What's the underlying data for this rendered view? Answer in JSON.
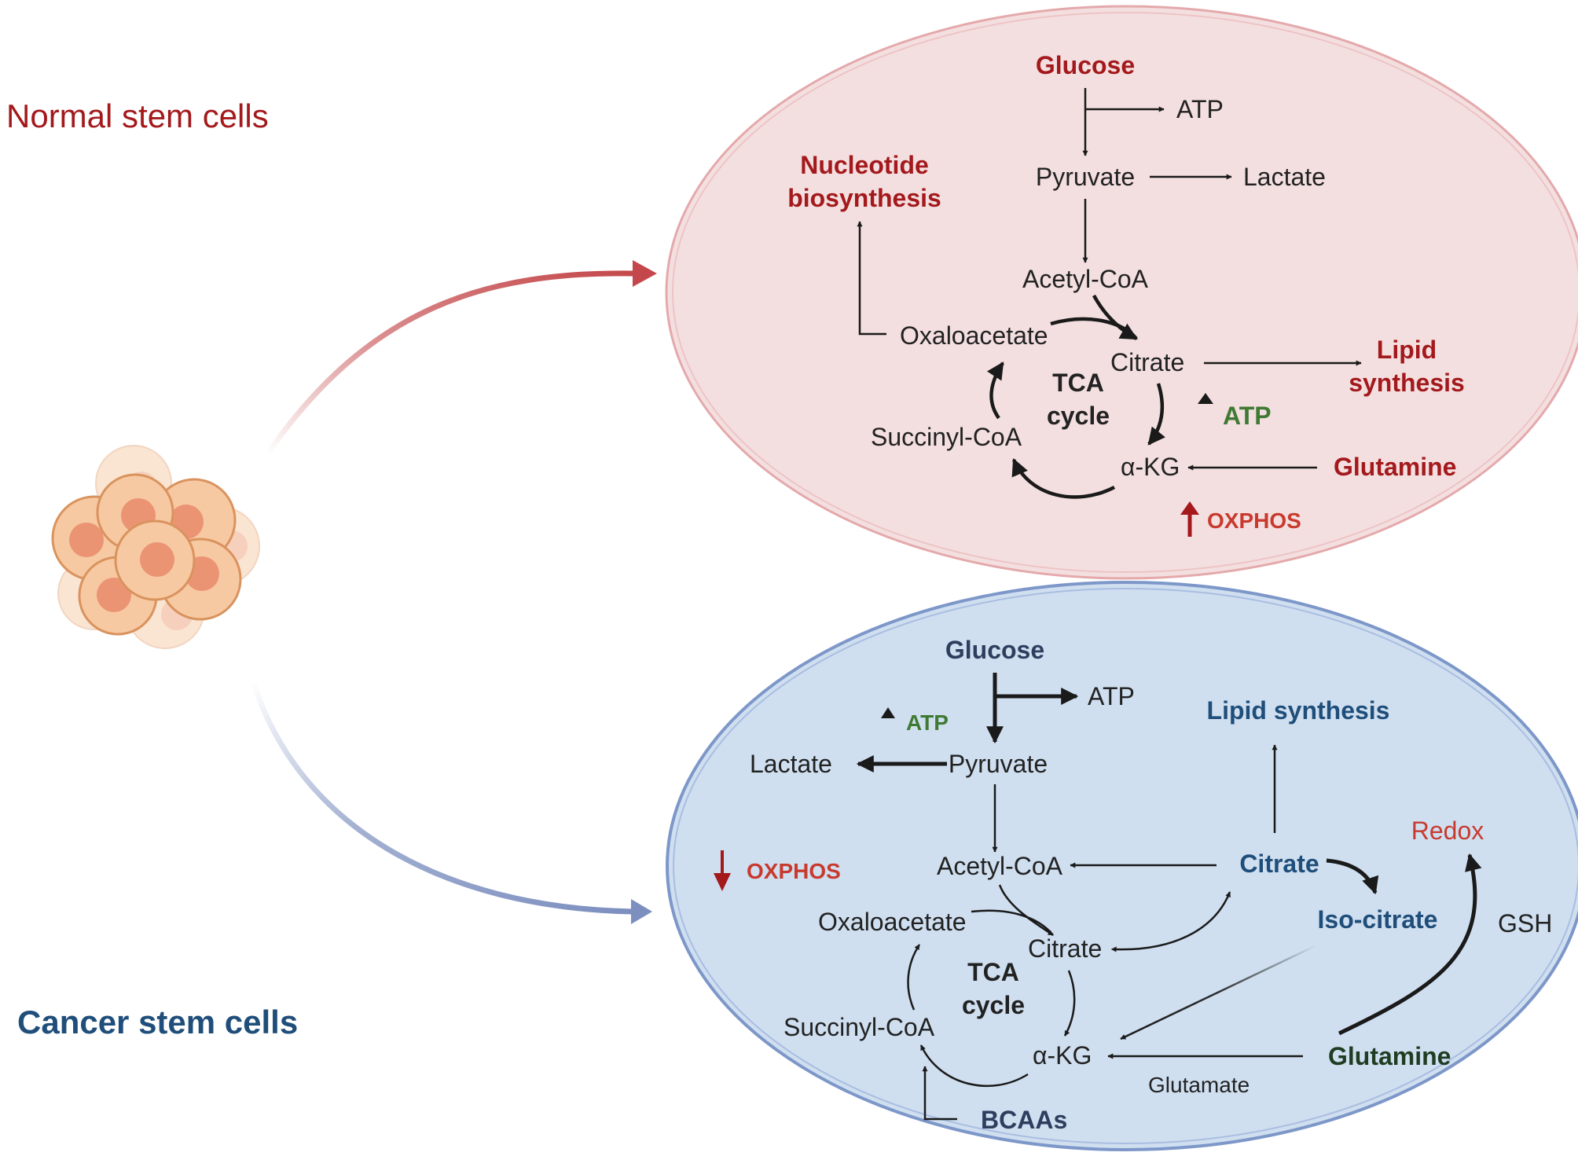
{
  "labels": {
    "normal_title": "Normal stem cells",
    "cancer_title": "Cancer stem cells"
  },
  "normal": {
    "glucose": "Glucose",
    "atp": "ATP",
    "pyruvate": "Pyruvate",
    "lactate": "Lactate",
    "acetyl_coa": "Acetyl-CoA",
    "nucleotide_1": "Nucleotide",
    "nucleotide_2": "biosynthesis",
    "oxaloacetate": "Oxaloacetate",
    "citrate": "Citrate",
    "lipid_1": "Lipid",
    "lipid_2": "synthesis",
    "tca_1": "TCA",
    "tca_2": "cycle",
    "up_atp": "ATP",
    "succinyl_coa": "Succinyl-CoA",
    "akg": "α-KG",
    "glutamine": "Glutamine",
    "oxphos": "OXPHOS"
  },
  "cancer": {
    "glucose": "Glucose",
    "atp": "ATP",
    "up_atp": "ATP",
    "lactate": "Lactate",
    "pyruvate": "Pyruvate",
    "lipid_synthesis": "Lipid synthesis",
    "redox": "Redox",
    "oxphos": "OXPHOS",
    "acetyl_coa": "Acetyl-CoA",
    "citrate_outer": "Citrate",
    "iso_citrate": "Iso-citrate",
    "gsh": "GSH",
    "oxaloacetate": "Oxaloacetate",
    "citrate": "Citrate",
    "tca_1": "TCA",
    "tca_2": "cycle",
    "succinyl_coa": "Succinyl-CoA",
    "akg": "α-KG",
    "glutamine": "Glutamine",
    "glutamate": "Glutamate",
    "bcaas": "BCAAs"
  },
  "colors": {
    "normal_red": "#a3191c",
    "cancer_blue": "#1f4e7a",
    "atp_green": "#3f7a32",
    "oxphos_red": "#c83a2e",
    "normal_fill": "#f4dfe0",
    "cancer_fill": "#cfdff0"
  }
}
